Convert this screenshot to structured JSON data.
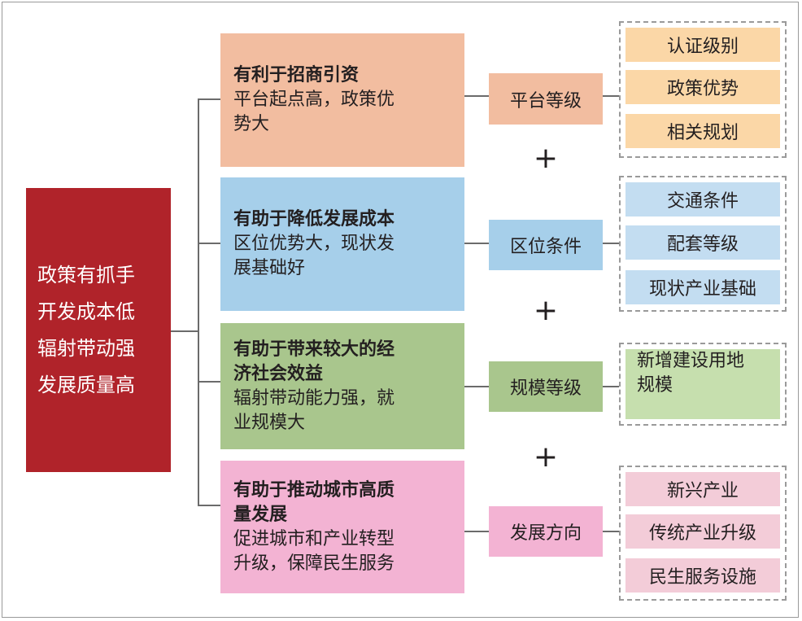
{
  "root": {
    "lines": [
      "政策有抓手",
      "开发成本低",
      "辐射带动强",
      "发展质量高"
    ],
    "color": "#b0232a"
  },
  "rows": [
    {
      "title_lines": [
        "有利于招商引资"
      ],
      "desc_lines": [
        "平台起点高，政策优",
        "势大"
      ],
      "factor": "平台等级",
      "items": [
        "认证级别",
        "政策优势",
        "相关规划"
      ],
      "colors": {
        "benefit": "#f2bda0",
        "factor": "#f2bda0",
        "item": "#fbd7a7"
      }
    },
    {
      "title_lines": [
        "有助于降低发展成本"
      ],
      "desc_lines": [
        "区位优势大，现状发",
        "展基础好"
      ],
      "factor": "区位条件",
      "items": [
        "交通条件",
        "配套等级",
        "现状产业基础"
      ],
      "colors": {
        "benefit": "#a6cfea",
        "factor": "#a6cfea",
        "item": "#c3ddf1"
      }
    },
    {
      "title_lines": [
        "有助于带来较大的经",
        "济社会效益"
      ],
      "desc_lines": [
        "辐射带动能力强，就",
        "业规模大"
      ],
      "factor": "规模等级",
      "items": [
        [
          "新增建设用地",
          "规模"
        ]
      ],
      "colors": {
        "benefit": "#a9c68d",
        "factor": "#a9c68d",
        "item": "#c6dfae"
      }
    },
    {
      "title_lines": [
        "有助于推动城市高质",
        "量发展"
      ],
      "desc_lines": [
        "促进城市和产业转型",
        "升级，保障民生服务"
      ],
      "factor": "发展方向",
      "items": [
        "新兴产业",
        "传统产业升级",
        "民生服务设施"
      ],
      "colors": {
        "benefit": "#f3b3d3",
        "factor": "#f3b3d3",
        "item": "#f3ccd8"
      }
    }
  ],
  "plus_sign": "+"
}
